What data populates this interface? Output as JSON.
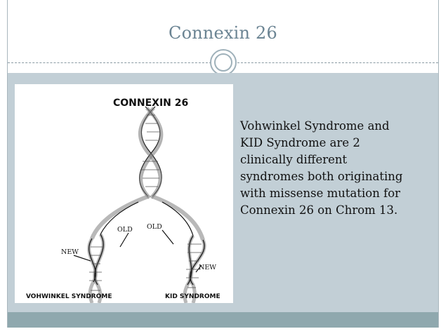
{
  "slide": {
    "title": "Connexin 26",
    "body": "Vohwinkel Syndrome and\nKID Syndrome are 2\nclinically different\nsyndromes both originating\nwith missense mutation for\nConnexin 26 on Chrom 13."
  },
  "figure": {
    "title": "CONNEXIN 26",
    "label_old_left": "OLD",
    "label_old_right": "OLD",
    "label_new_left": "NEW",
    "label_new_right": "NEW",
    "caption_left": "VOHWINKEL SYNDROME",
    "caption_right": "KID SYNDROME"
  },
  "colors": {
    "title": "#6b8493",
    "content_background": "#c2cfd6",
    "footer_bar": "#8fa8ae",
    "ornament": "#9fb1ba"
  },
  "icons": [
    "circle-ornament-icon"
  ]
}
